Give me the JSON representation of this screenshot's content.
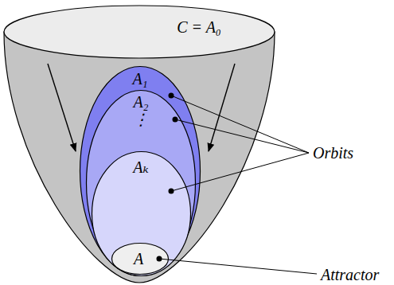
{
  "diagram": {
    "nodes": [
      {
        "text": [
          "C = A₀"
        ]
      },
      {
        "text": [
          "A₁"
        ],
        "in": 0
      },
      {
        "text": [
          "A₂"
        ],
        "in": 1
      },
      {
        "text": [
          "Aₖ"
        ],
        "in": 2
      },
      {
        "text": [
          "A"
        ],
        "in": 3
      }
    ],
    "labels": [
      "⋮",
      "Orbits",
      "Attractor"
    ]
  }
}
